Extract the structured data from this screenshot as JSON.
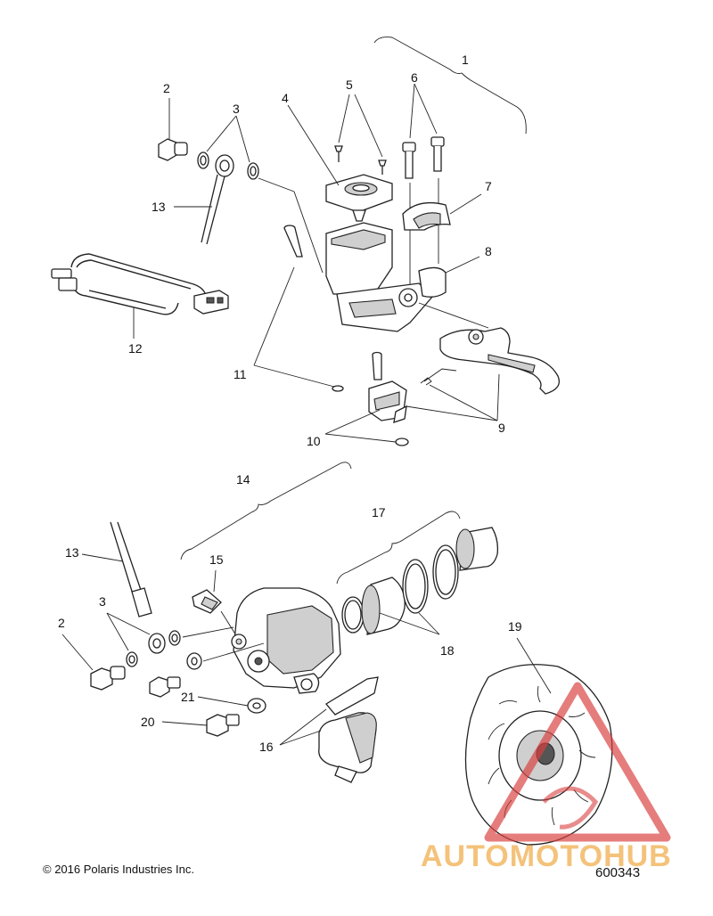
{
  "diagram": {
    "callouts": {
      "c1": "1",
      "c2a": "2",
      "c3a": "3",
      "c4": "4",
      "c5": "5",
      "c6": "6",
      "c7": "7",
      "c8": "8",
      "c9": "9",
      "c10": "10",
      "c11": "11",
      "c12": "12",
      "c13a": "13",
      "c14": "14",
      "c15": "15",
      "c17": "17",
      "c13b": "13",
      "c3b": "3",
      "c2b": "2",
      "c18": "18",
      "c19": "19",
      "c21": "21",
      "c20": "20",
      "c16": "16"
    },
    "copyright": "© 2016 Polaris Industries Inc.",
    "document_number": "600343",
    "watermark": {
      "text": "AUTOMOTOHUB",
      "color_primary": "#f4c27a",
      "color_secondary": "#d94040"
    }
  }
}
